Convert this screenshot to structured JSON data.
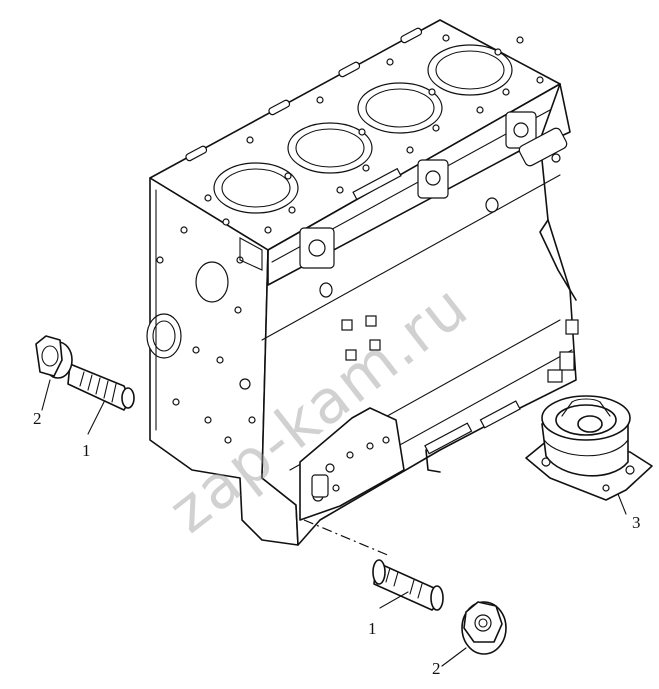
{
  "watermark": "zap-kam.ru",
  "callouts": [
    {
      "id": "bolt-top-label",
      "text": "1"
    },
    {
      "id": "flange-nut-top-label",
      "text": "2"
    },
    {
      "id": "bolt-bottom-label",
      "text": "1"
    },
    {
      "id": "flange-nut-bottom-label",
      "text": "2"
    },
    {
      "id": "engine-mount-label",
      "text": "3"
    }
  ]
}
